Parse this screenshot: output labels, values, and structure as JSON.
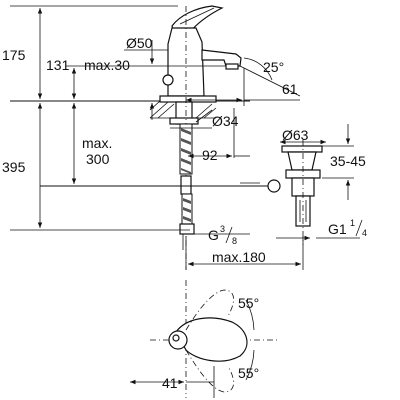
{
  "dimensions": {
    "h_175": "175",
    "h_131": "131",
    "max30": "max.30",
    "d50": "Ø50",
    "angle25": "25°",
    "d61": "61",
    "d34": "Ø34",
    "h395": "395",
    "max300_a": "max.",
    "max300_b": "300",
    "w92": "92",
    "d63": "Ø63",
    "r3545": "35-45",
    "g38_base": "G",
    "g38_num": "3",
    "g38_den": "8",
    "g114_base": "G1",
    "g114_num": "1",
    "g114_den": "4",
    "max180": "max.180",
    "angle55_top": "55°",
    "angle55_bottom": "55°",
    "w41": "41"
  },
  "colors": {
    "line": "#111111",
    "background": "#ffffff"
  }
}
